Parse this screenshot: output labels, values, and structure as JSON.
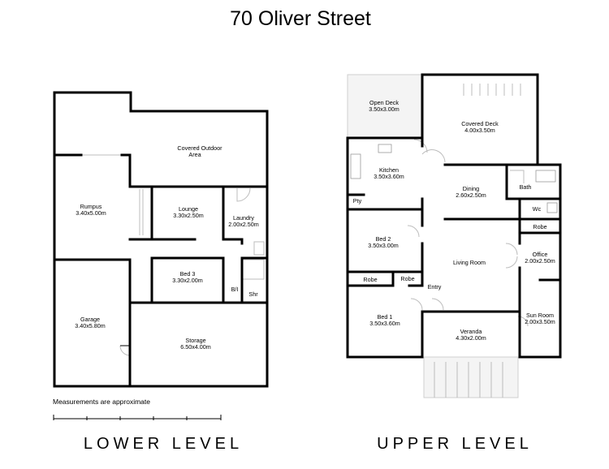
{
  "title": "70 Oliver Street",
  "lower_level": {
    "label": "LOWER LEVEL",
    "note": "Measurements are approximate",
    "rooms": [
      {
        "id": "covered-outdoor",
        "name": "Covered Outdoor",
        "name2": "Area",
        "size": ""
      },
      {
        "id": "rumpus",
        "name": "Rumpus",
        "size": "3.40x5.00m"
      },
      {
        "id": "lounge",
        "name": "Lounge",
        "size": "3.30x2.50m"
      },
      {
        "id": "laundry",
        "name": "Laundry",
        "size": "2.00x2.50m"
      },
      {
        "id": "bed3",
        "name": "Bed 3",
        "size": "3.30x2.00m"
      },
      {
        "id": "bi",
        "name": "B/I",
        "size": ""
      },
      {
        "id": "shr",
        "name": "Shr",
        "size": ""
      },
      {
        "id": "garage",
        "name": "Garage",
        "size": "3.40x5.80m"
      },
      {
        "id": "storage",
        "name": "Storage",
        "size": "6.50x4.00m"
      }
    ]
  },
  "upper_level": {
    "label": "UPPER LEVEL",
    "rooms": [
      {
        "id": "open-deck",
        "name": "Open Deck",
        "size": "3.50x3.00m"
      },
      {
        "id": "covered-deck",
        "name": "Covered Deck",
        "size": "4.00x3.50m"
      },
      {
        "id": "kitchen",
        "name": "Kitchen",
        "size": "3.50x3.60m"
      },
      {
        "id": "pty",
        "name": "Pty",
        "size": ""
      },
      {
        "id": "dining",
        "name": "Dining",
        "size": "2.60x2.50m"
      },
      {
        "id": "bath",
        "name": "Bath",
        "size": ""
      },
      {
        "id": "wc",
        "name": "Wc",
        "size": ""
      },
      {
        "id": "bed2",
        "name": "Bed 2",
        "size": "3.50x3.00m"
      },
      {
        "id": "robe-upper",
        "name": "Robe",
        "size": ""
      },
      {
        "id": "robe-bed1",
        "name": "Robe",
        "size": ""
      },
      {
        "id": "robe-bed2",
        "name": "Robe",
        "size": ""
      },
      {
        "id": "living",
        "name": "Living Room",
        "size": ""
      },
      {
        "id": "office",
        "name": "Office",
        "size": "2.00x2.50m"
      },
      {
        "id": "entry",
        "name": "Entry",
        "size": ""
      },
      {
        "id": "bed1",
        "name": "Bed 1",
        "size": "3.50x3.60m"
      },
      {
        "id": "sun-room",
        "name": "Sun Room",
        "size": "2.00x3.50m"
      },
      {
        "id": "veranda",
        "name": "Veranda",
        "size": "4.30x2.00m"
      }
    ]
  }
}
